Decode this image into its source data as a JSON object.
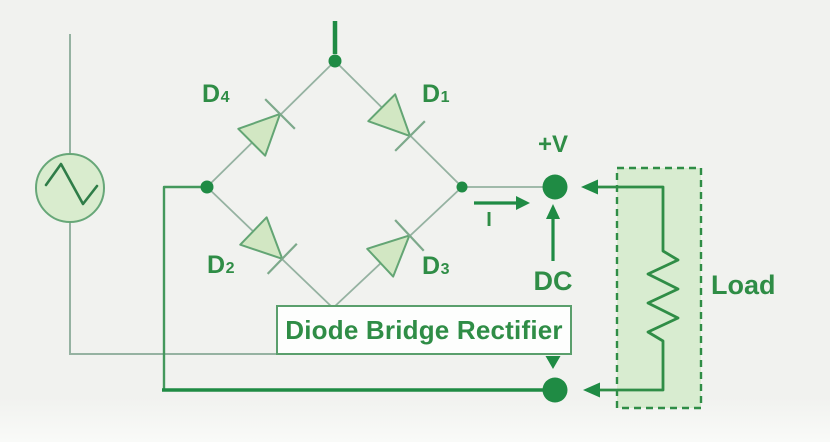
{
  "diagram": {
    "type": "circuit-diagram",
    "title": "Diode Bridge Rectifier",
    "labels": {
      "d4": {
        "base": "D",
        "sub": "4"
      },
      "d1": {
        "base": "D",
        "sub": "1"
      },
      "d2": {
        "base": "D",
        "sub": "2"
      },
      "d3": {
        "base": "D",
        "sub": "3"
      },
      "positive_terminal": "+V",
      "current": "I",
      "dc_output": "DC",
      "load": "Load"
    },
    "components": [
      "ac-source-symbol",
      "diode-bridge-diamond",
      "diode-d4",
      "diode-d1",
      "diode-d2",
      "diode-d3",
      "positive-terminal-dot",
      "negative-terminal-dot",
      "load-resistor",
      "label-box"
    ],
    "colors": {
      "background": "#f1f2ef",
      "darkGreen": "#1f8b44",
      "textGreen": "#2f8d46",
      "wireGray": "#95b2a1",
      "branchGreen": "#44985c",
      "diodeFill": "#d2e7c3",
      "diodeStroke": "#63a574",
      "barGreen": "#7da98b",
      "sourceFill": "#d9ecce",
      "sourceStroke": "#67a778",
      "waveGreen": "#2f7d48",
      "loadFill": "#d8ecd0",
      "loadStroke": "#2f8d46",
      "boxBorder": "#5a9f6c",
      "boxFill": "#fdfefd"
    }
  }
}
